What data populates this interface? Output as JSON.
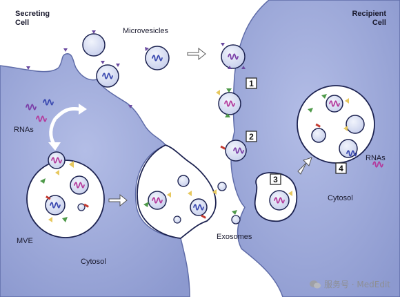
{
  "labels": {
    "secreting_cell_line1": "Secreting",
    "secreting_cell_line2": "Cell",
    "recipient_cell_line1": "Recipient",
    "recipient_cell_line2": "Cell",
    "microvesicles": "Microvesicles",
    "rnas_left": "RNAs",
    "rnas_right": "RNAs",
    "mve": "MVE",
    "cytosol_left": "Cytosol",
    "cytosol_right": "Cytosol",
    "exosomes": "Exosomes"
  },
  "steps": [
    "1",
    "2",
    "3",
    "4"
  ],
  "watermark": "服务号 · MedEdit",
  "colors": {
    "cell_fill": "#9aa6d6",
    "cell_stroke": "#5f6ca8",
    "vesicle_fill": "#dfe5f7",
    "vesicle_stroke": "#1c2250",
    "rna_purple": "#7b3fa8",
    "rna_magenta": "#b43a9c",
    "rna_blue": "#3a49b0",
    "marker_purple": "#6a4aa0",
    "marker_green": "#4f9a4a",
    "marker_yellow": "#e7c85e",
    "marker_red": "#c43a2f"
  }
}
